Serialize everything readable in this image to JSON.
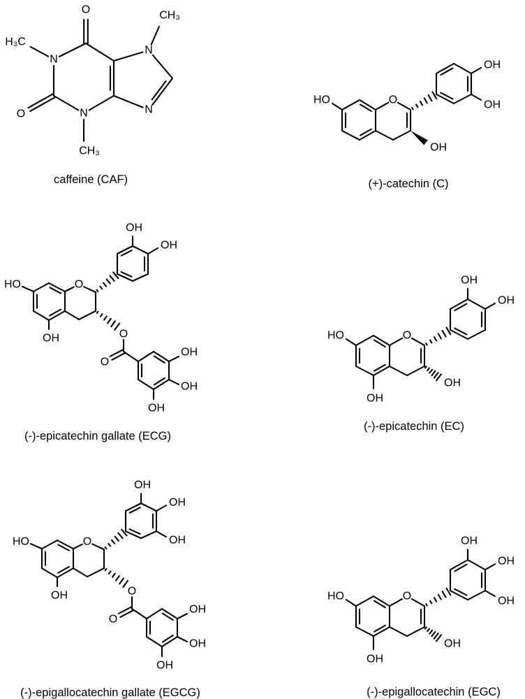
{
  "molecules": [
    {
      "id": "caf",
      "caption": "caffeine (CAF)",
      "labels": [
        "O",
        "N",
        "H₃C",
        "O",
        "N",
        "CH₃",
        "N",
        "CH₃",
        "N"
      ]
    },
    {
      "id": "c",
      "caption": "(+)-catechin (C)",
      "labels": [
        "HO",
        "O",
        "OH",
        "OH",
        "OH"
      ]
    },
    {
      "id": "ecg",
      "caption": "(-)-epicatechin gallate (ECG)",
      "labels": [
        "HO",
        "O",
        "OH",
        "OH",
        "OH",
        "O",
        "O",
        "OH",
        "OH",
        "OH"
      ]
    },
    {
      "id": "ec",
      "caption": "(-)-epicatechin (EC)",
      "labels": [
        "HO",
        "O",
        "OH",
        "OH",
        "OH",
        "OH"
      ]
    },
    {
      "id": "egcg",
      "caption": "(-)-epigallocatechin gallate (EGCG)",
      "labels": [
        "HO",
        "O",
        "OH",
        "OH",
        "OH",
        "OH",
        "O",
        "O",
        "OH",
        "OH",
        "OH"
      ]
    },
    {
      "id": "egc",
      "caption": "(-)-epigallocatechin (EGC)",
      "labels": [
        "HO",
        "O",
        "OH",
        "OH",
        "OH",
        "OH",
        "OH"
      ]
    }
  ]
}
